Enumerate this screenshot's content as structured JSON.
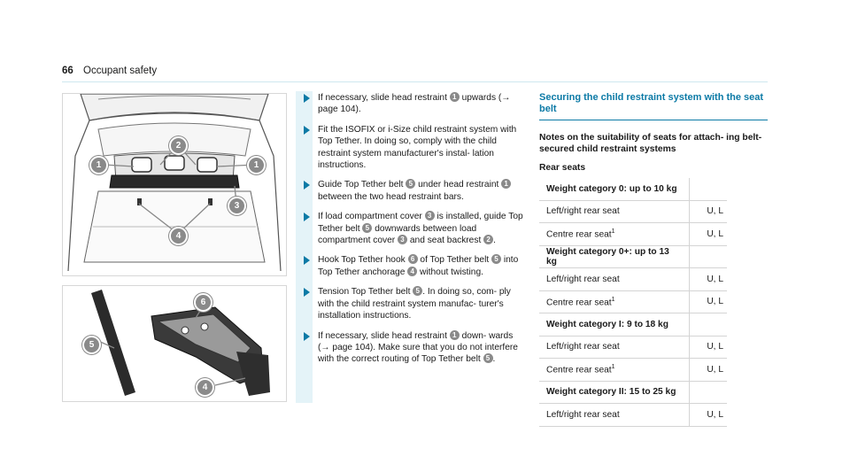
{
  "header": {
    "page_number": "66",
    "section": "Occupant safety"
  },
  "figures": {
    "top_callouts": [
      "1",
      "2",
      "1",
      "3",
      "4"
    ],
    "bottom_callouts": [
      "6",
      "5",
      "4"
    ]
  },
  "steps": [
    [
      {
        "t": "If necessary, slide head restraint "
      },
      {
        "n": "1"
      },
      {
        "t": " upwards (→ page 104)."
      }
    ],
    [
      {
        "t": "Fit the ISOFIX or i-Size child restraint system with Top Tether. In doing so, comply with the child restraint system manufacturer's instal- lation instructions."
      }
    ],
    [
      {
        "t": "Guide Top Tether belt "
      },
      {
        "n": "5"
      },
      {
        "t": " under head restraint "
      },
      {
        "n": "1"
      },
      {
        "t": " between the two head restraint bars."
      }
    ],
    [
      {
        "t": "If load compartment cover "
      },
      {
        "n": "3"
      },
      {
        "t": " is installed, guide Top Tether belt "
      },
      {
        "n": "5"
      },
      {
        "t": " downwards between load compartment cover "
      },
      {
        "n": "3"
      },
      {
        "t": " and seat backrest "
      },
      {
        "n": "2"
      },
      {
        "t": "."
      }
    ],
    [
      {
        "t": "Hook Top Tether hook "
      },
      {
        "n": "6"
      },
      {
        "t": " of Top Tether belt "
      },
      {
        "n": "5"
      },
      {
        "t": " into Top Tether anchorage "
      },
      {
        "n": "4"
      },
      {
        "t": " without twisting."
      }
    ],
    [
      {
        "t": "Tension Top Tether belt "
      },
      {
        "n": "5"
      },
      {
        "t": ". In doing so, com- ply with the child restraint system manufac- turer's installation instructions."
      }
    ],
    [
      {
        "t": "If necessary, slide head restraint "
      },
      {
        "n": "1"
      },
      {
        "t": " down- wards (→ page 104). Make sure that you do not interfere with the correct routing of Top Tether belt "
      },
      {
        "n": "5"
      },
      {
        "t": "."
      }
    ]
  ],
  "right": {
    "section_title": "Securing the child restraint system with the seat belt",
    "subsection_title": "Notes on the suitability of seats for attach- ing belt-secured child restraint systems",
    "rear_seats_label": "Rear seats",
    "table": [
      {
        "label": "Weight category 0: up to 10 kg",
        "value": "",
        "category": true
      },
      {
        "label": "Left/right rear seat",
        "value": "U, L"
      },
      {
        "label": "Centre rear seat",
        "sup": "1",
        "value": "U, L"
      },
      {
        "label": "Weight category 0+: up to 13 kg",
        "value": "",
        "category": true
      },
      {
        "label": "Left/right rear seat",
        "value": "U, L"
      },
      {
        "label": "Centre rear seat",
        "sup": "1",
        "value": "U, L"
      },
      {
        "label": "Weight category I: 9 to 18 kg",
        "value": "",
        "category": true
      },
      {
        "label": "Left/right rear seat",
        "value": "U, L"
      },
      {
        "label": "Centre rear seat",
        "sup": "1",
        "value": "U, L"
      },
      {
        "label": "Weight category II: 15 to 25 kg",
        "value": "",
        "category": true
      },
      {
        "label": "Left/right rear seat",
        "value": "U, L"
      }
    ]
  }
}
